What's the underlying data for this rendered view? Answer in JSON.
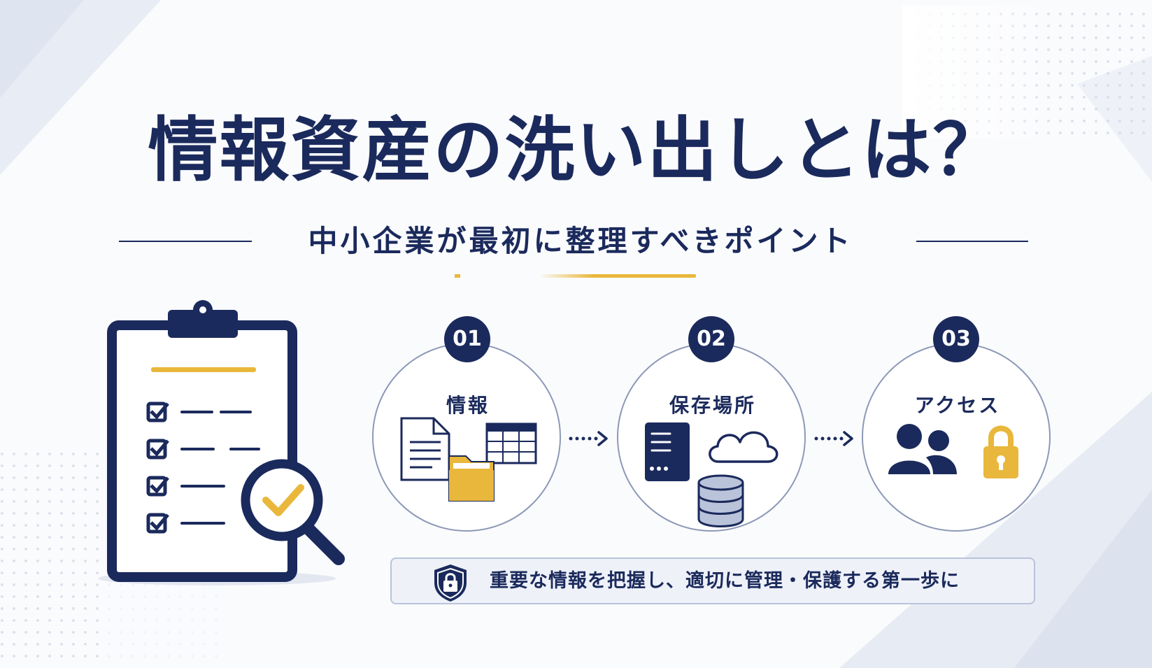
{
  "title": "情報資産の洗い出しとは？",
  "subtitle": "中小企業が最初に整理すべきポイント",
  "colors": {
    "navy": "#1b2a5c",
    "gold": "#e9b73b",
    "circle_border": "#8d99b7",
    "banner_bg": "#eef1f8"
  },
  "illustration": {
    "icon": "clipboard-checklist-with-magnifier-icon",
    "checked_items": 4
  },
  "steps": [
    {
      "number": "01",
      "label": "情報",
      "icons": [
        "document-icon",
        "spreadsheet-icon",
        "folder-icon"
      ]
    },
    {
      "number": "02",
      "label": "保存場所",
      "icons": [
        "server-icon",
        "cloud-icon",
        "database-icon"
      ]
    },
    {
      "number": "03",
      "label": "アクセス",
      "icons": [
        "users-icon",
        "padlock-icon"
      ]
    }
  ],
  "banner": {
    "icon": "shield-lock-icon",
    "text": "重要な情報を把握し、適切に管理・保護する第一歩に"
  }
}
